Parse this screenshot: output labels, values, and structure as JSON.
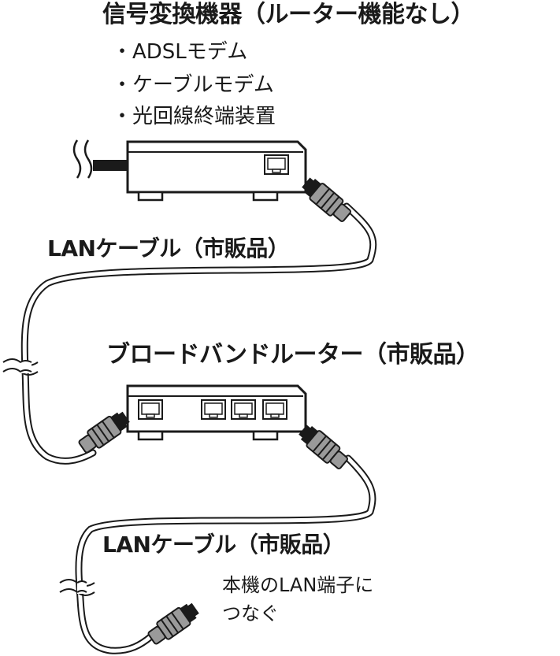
{
  "modem": {
    "title": "信号変換機器（ルーター機能なし）",
    "types": [
      "・ADSLモデム",
      "・ケーブルモデム",
      "・光回線終端装置"
    ]
  },
  "cable_top": {
    "label": "LANケーブル（市販品）"
  },
  "router": {
    "title": "ブロードバンドルーター（市販品）"
  },
  "cable_bottom": {
    "label": "LANケーブル（市販品）"
  },
  "instruction": {
    "line1": "本機のLAN端子に",
    "line2": "つなぐ"
  },
  "colors": {
    "ink": "#1a1a1a",
    "plug_fill": "#9a9a9a",
    "device_fill": "#ffffff"
  }
}
